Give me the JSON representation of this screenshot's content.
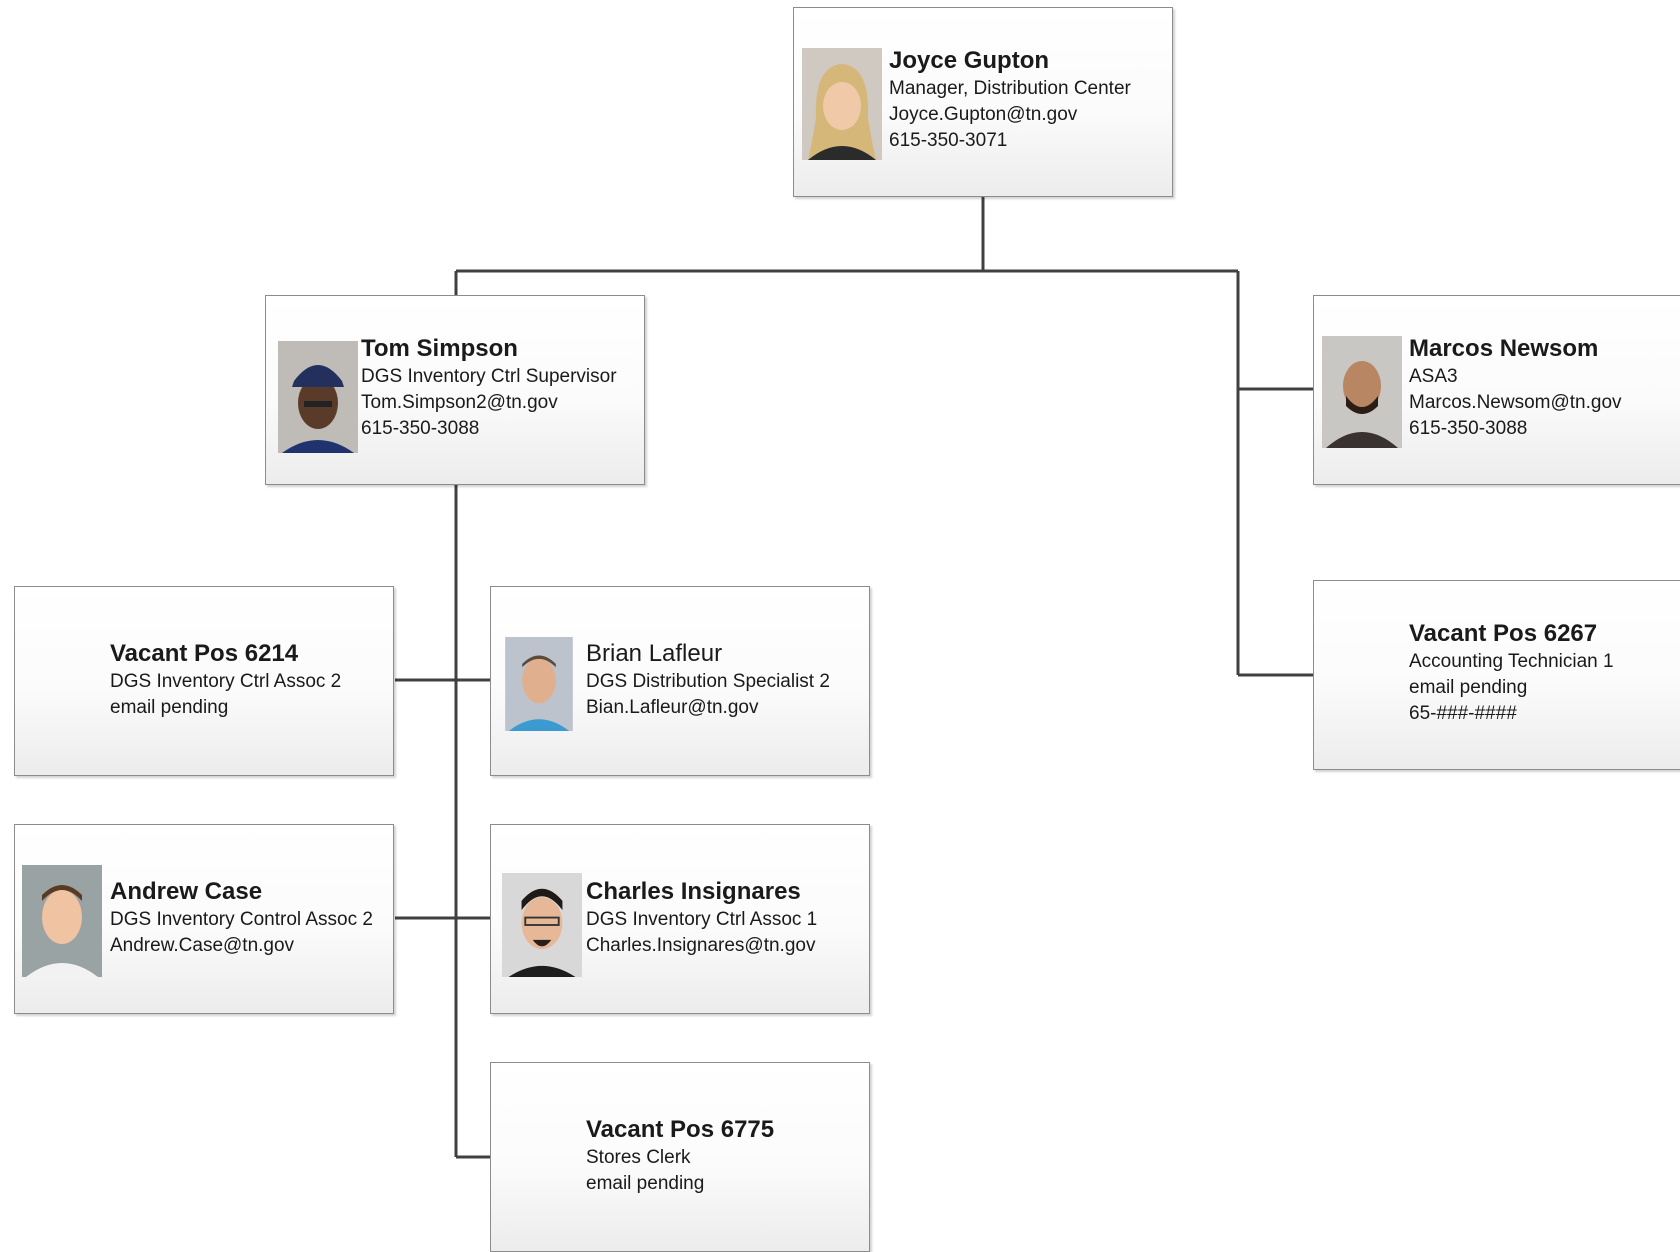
{
  "org_chart": {
    "manager": {
      "name": "Joyce Gupton",
      "title": "Manager, Distribution Center",
      "email": "Joyce.Gupton@tn.gov",
      "phone": "615-350-3071",
      "photo_icon": "person-photo-icon"
    },
    "supervisor": {
      "name": "Tom Simpson",
      "title": "DGS Inventory Ctrl Supervisor",
      "email": "Tom.Simpson2@tn.gov",
      "phone": "615-350-3088",
      "photo_icon": "person-photo-icon"
    },
    "asa": {
      "name": "Marcos Newsom",
      "title": "ASA3",
      "email": "Marcos.Newsom@tn.gov",
      "phone": "615-350-3088",
      "photo_icon": "person-photo-icon"
    },
    "vacant_6267": {
      "name": "Vacant Pos 6267",
      "title": "Accounting Technician 1",
      "email": "email pending",
      "phone": "65-###-####"
    },
    "vacant_6214": {
      "name": "Vacant Pos 6214",
      "title": "DGS Inventory Ctrl Assoc 2",
      "email": "email pending"
    },
    "brian": {
      "name": "Brian Lafleur",
      "title": "DGS Distribution Specialist 2",
      "email": "Bian.Lafleur@tn.gov",
      "photo_icon": "person-photo-icon"
    },
    "andrew": {
      "name": "Andrew Case",
      "title": "DGS Inventory Control Assoc 2",
      "email": "Andrew.Case@tn.gov",
      "photo_icon": "person-photo-icon"
    },
    "charles": {
      "name": "Charles Insignares",
      "title": "DGS Inventory Ctrl Assoc 1",
      "email": "Charles.Insignares@tn.gov",
      "photo_icon": "person-photo-icon"
    },
    "vacant_6775": {
      "name": "Vacant Pos 6775",
      "title": "Stores Clerk",
      "email": "email pending"
    }
  },
  "colors": {
    "connector": "#404040",
    "card_border": "#8c8c8c",
    "text": "#1a1a1a"
  }
}
